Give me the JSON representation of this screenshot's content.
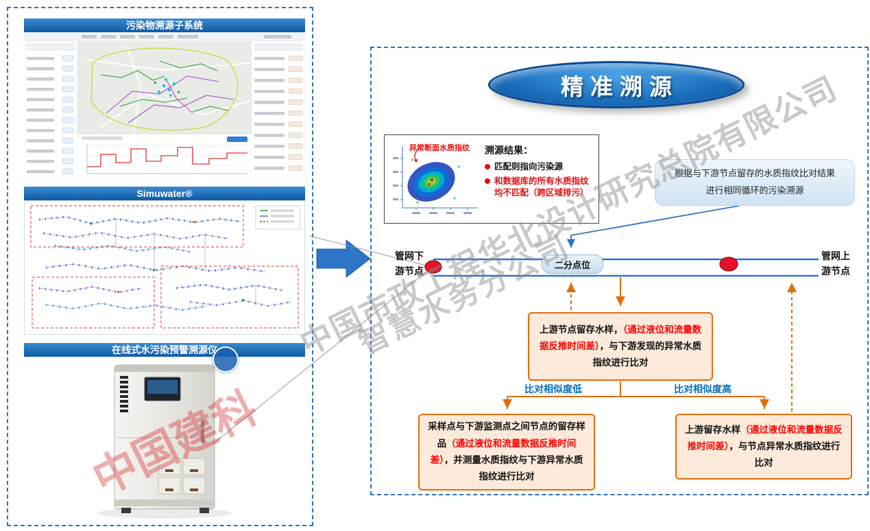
{
  "panels": {
    "subsystem_title": "污染物溯源子系统",
    "simuwater_title": "Simuwater®",
    "instrument_title": "在线式水污染预警溯源仪"
  },
  "diagram": {
    "title": "精准溯源",
    "result_box": {
      "plot_label": "异常断面水质指纹",
      "heading": "溯源结果：",
      "bullet1": "匹配则指向污染源",
      "bullet2": "和数据库的所有水质指纹均不匹配（跨区域排污）"
    },
    "loop_box": {
      "line1": "根据与下游节点留存的水质指纹比对结果",
      "line2": "进行相同循环的污染溯源"
    },
    "pipe": {
      "downstream_label": "管网下游节点",
      "upstream_label": "管网上游节点",
      "bisect_label": "二分点位"
    },
    "compare_box": {
      "part1": "上游节点留存水样，",
      "part2": "（通过液位和流量数据反推时间差）",
      "part3": "，与下游发现的异常水质指纹进行比对"
    },
    "branch_low": "比对相似度低",
    "branch_high": "比对相似度高",
    "sample_box": {
      "part1": "采样点与下游监测点之间节点的留存样品",
      "part2": "（通过液位和流量数据反推时间差）",
      "part3": "，并测量水质指纹与下游异常水质指纹进行比对"
    },
    "upstream_box": {
      "part1": "上游留存水样",
      "part2": "（通过液位和流量数据反推时间差）",
      "part3": "，与节点异常水质指纹进行比对"
    }
  },
  "watermark": {
    "company": "中国市政工程华北设计研究总院有限公司",
    "branch": "智慧水务分公司",
    "logo": "中国建科"
  },
  "colors": {
    "header_blue": "#1565ad",
    "orange": "#e36c0a",
    "orange_bg": "#fdeada",
    "pipe_blue": "#2e75c8",
    "node_red": "#e8112d",
    "branch_blue": "#0070c0"
  }
}
